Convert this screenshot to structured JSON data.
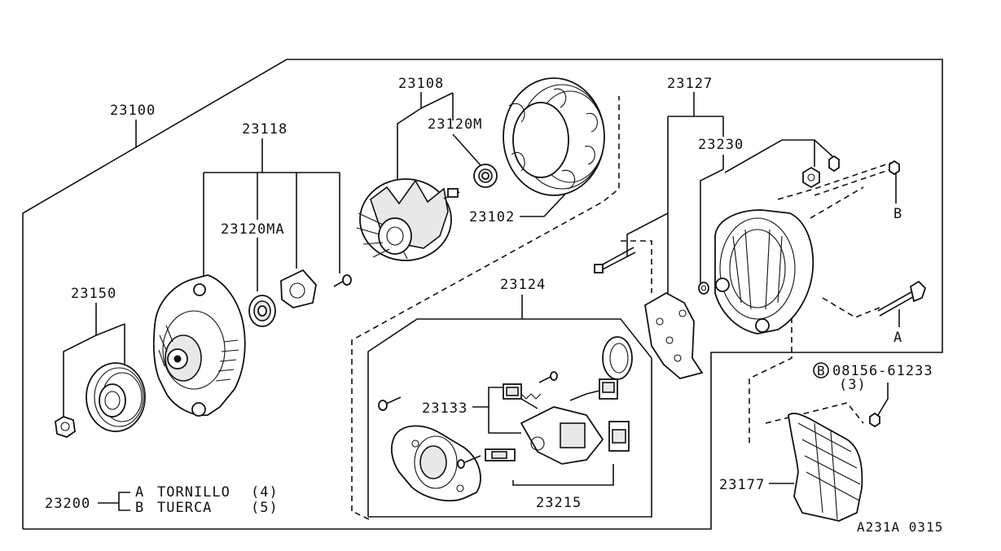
{
  "diagram_code": "A231A 0315",
  "labels": {
    "p23100": "23100",
    "p23118": "23118",
    "p23108": "23108",
    "p23120m": "23120M",
    "p23102": "23102",
    "p23127": "23127",
    "p23230": "23230",
    "p23120ma": "23120MA",
    "p23124": "23124",
    "p23150": "23150",
    "p23133": "23133",
    "p23215": "23215",
    "p23177": "23177",
    "p23200": "23200",
    "bolt_ref": "08156-61233",
    "bolt_qty": "(3)",
    "bolt_circle": "B",
    "ref_a": "A",
    "ref_b": "B"
  },
  "legend": {
    "a_letter": "A",
    "a_text": "TORNILLO",
    "a_qty": "(4)",
    "b_letter": "B",
    "b_text": "TUERCA",
    "b_qty": "(5)"
  }
}
